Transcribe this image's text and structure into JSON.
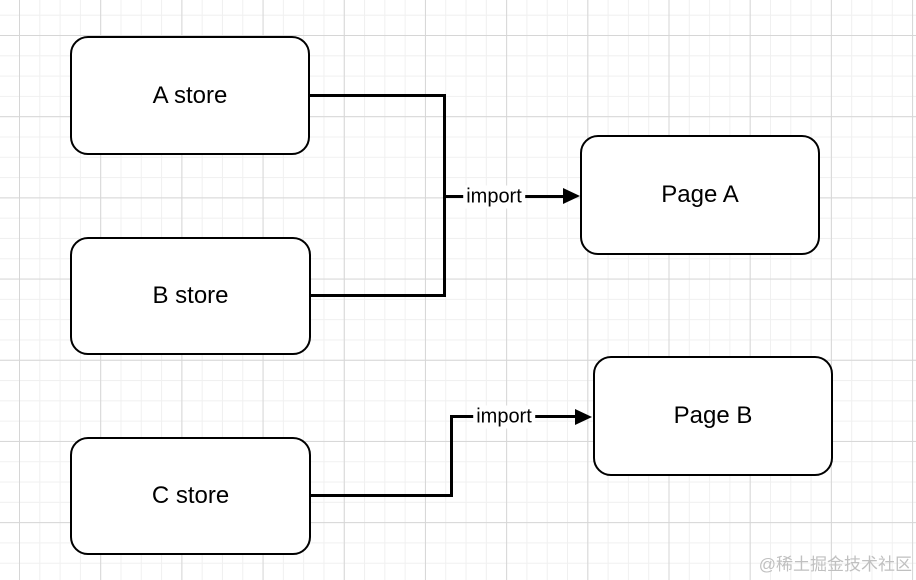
{
  "diagram": {
    "nodes": [
      {
        "id": "a-store",
        "label": "A store"
      },
      {
        "id": "b-store",
        "label": "B store"
      },
      {
        "id": "c-store",
        "label": "C store"
      },
      {
        "id": "page-a",
        "label": "Page A"
      },
      {
        "id": "page-b",
        "label": "Page B"
      }
    ],
    "edges": [
      {
        "id": "stores-to-page-a",
        "from": [
          "A store",
          "B store"
        ],
        "to": "Page A",
        "label": "import"
      },
      {
        "id": "c-store-to-page-b",
        "from": [
          "C store"
        ],
        "to": "Page B",
        "label": "import"
      }
    ],
    "colors": {
      "node_fill": "#ffffff",
      "node_stroke": "#000000",
      "edge_stroke": "#000000",
      "grid_minor": "#f0f0f0",
      "grid_major": "#d6d6d6",
      "watermark_text": "#c0c0c0"
    }
  },
  "watermark": {
    "text": "@稀土掘金技术社区"
  }
}
